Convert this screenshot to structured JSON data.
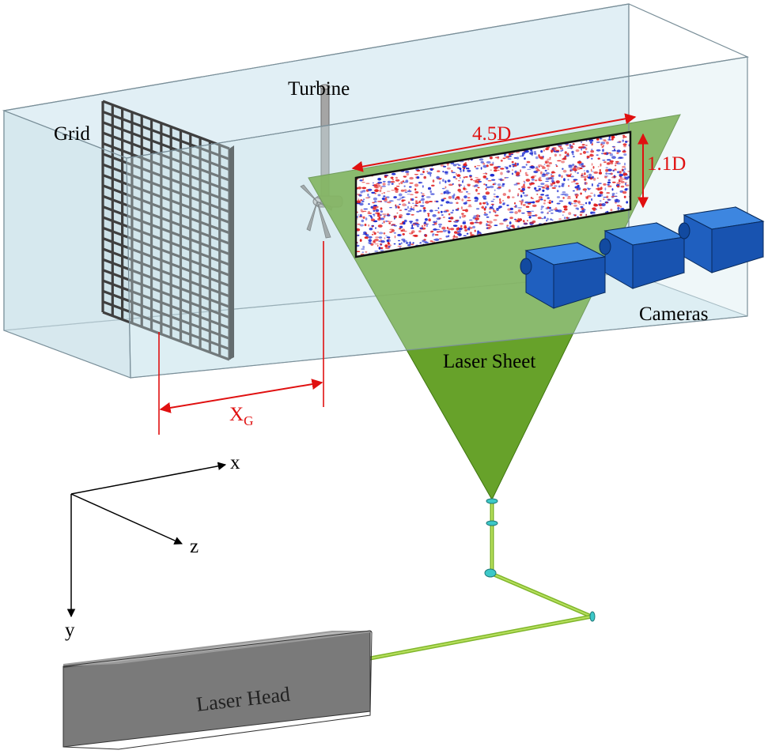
{
  "labels": {
    "grid": "Grid",
    "turbine": "Turbine",
    "dim_length": "4.5D",
    "dim_height": "1.1D",
    "cameras": "Cameras",
    "laser_sheet": "Laser Sheet",
    "xg_main": "X",
    "xg_sub": "G",
    "laser_head": "Laser Head"
  },
  "axes": {
    "x": "x",
    "y": "y",
    "z": "z"
  },
  "colors": {
    "tank_face": "#cfe6ee",
    "tank_edge": "#7a8f99",
    "grid_bars": "#3f3f3f",
    "turbine": "#9a9a9a",
    "laser_sheet": "#5a9a18",
    "dimension": "#e01010",
    "camera": "#1f5fbf",
    "laser_head": "#707070",
    "beam": "#9ccc3c",
    "optics": "#3cc8c8",
    "piv_red": "#e02020",
    "piv_blue": "#1a2ad0"
  },
  "icons": [
    "grid-icon",
    "turbine-icon",
    "camera-icon",
    "laser-head-icon",
    "mirror-icon"
  ]
}
